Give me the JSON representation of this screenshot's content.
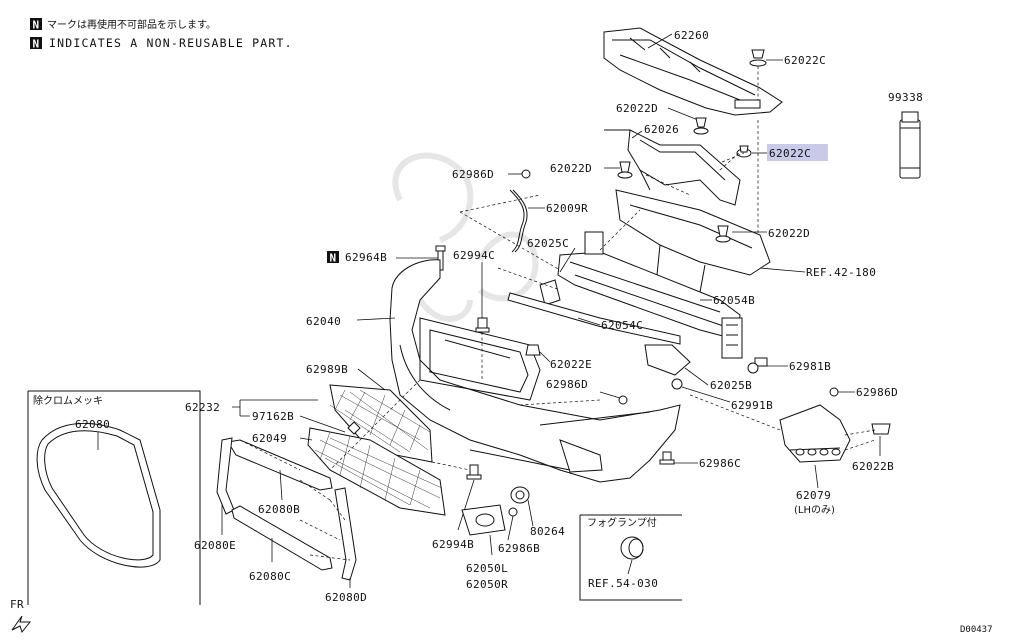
{
  "notes": {
    "jp_line": "マークは再使用不可部品を示します。",
    "en_line": "INDICATES A NON-REUSABLE PART.",
    "marker": "N"
  },
  "labels": {
    "p62260": "62260",
    "p62022C_top": "62022C",
    "p99338": "99338",
    "p62022D_a": "62022D",
    "p62026": "62026",
    "p62022C_hl": "62022C",
    "p62022D_b": "62022D",
    "p62986D_a": "62986D",
    "p62009R": "62009R",
    "p62022D_c": "62022D",
    "p62025C": "62025C",
    "p62964B": "62964B",
    "p62994C": "62994C",
    "ref42": "REF.42-180",
    "p62054B": "62054B",
    "p62040": "62040",
    "p62054C": "62054C",
    "p62022E": "62022E",
    "p62981B": "62981B",
    "p62989B": "62989B",
    "p62986D_b": "62986D",
    "p62025B": "62025B",
    "p62986D_c": "62986D",
    "p62232": "62232",
    "p62991B": "62991B",
    "p97162B": "97162B",
    "p62049": "62049",
    "p62986C": "62986C",
    "p62022B": "62022B",
    "jp_chrome": "除クロムメッキ",
    "p62080": "62080",
    "p62079": "62079",
    "lh_only": "(LHのみ)",
    "p62080B": "62080B",
    "p62080E": "62080E",
    "p62994B": "62994B",
    "p80264": "80264",
    "p62986B": "62986B",
    "jp_fog": "フォグランプ付",
    "p62080C": "62080C",
    "p62050L": "62050L",
    "p62050R": "62050R",
    "ref54": "REF.54-030",
    "p62080D": "62080D",
    "fr": "FR",
    "code": "D00437"
  },
  "colors": {
    "highlight": "#c9c9ea",
    "ink": "#111111",
    "background": "#ffffff"
  }
}
